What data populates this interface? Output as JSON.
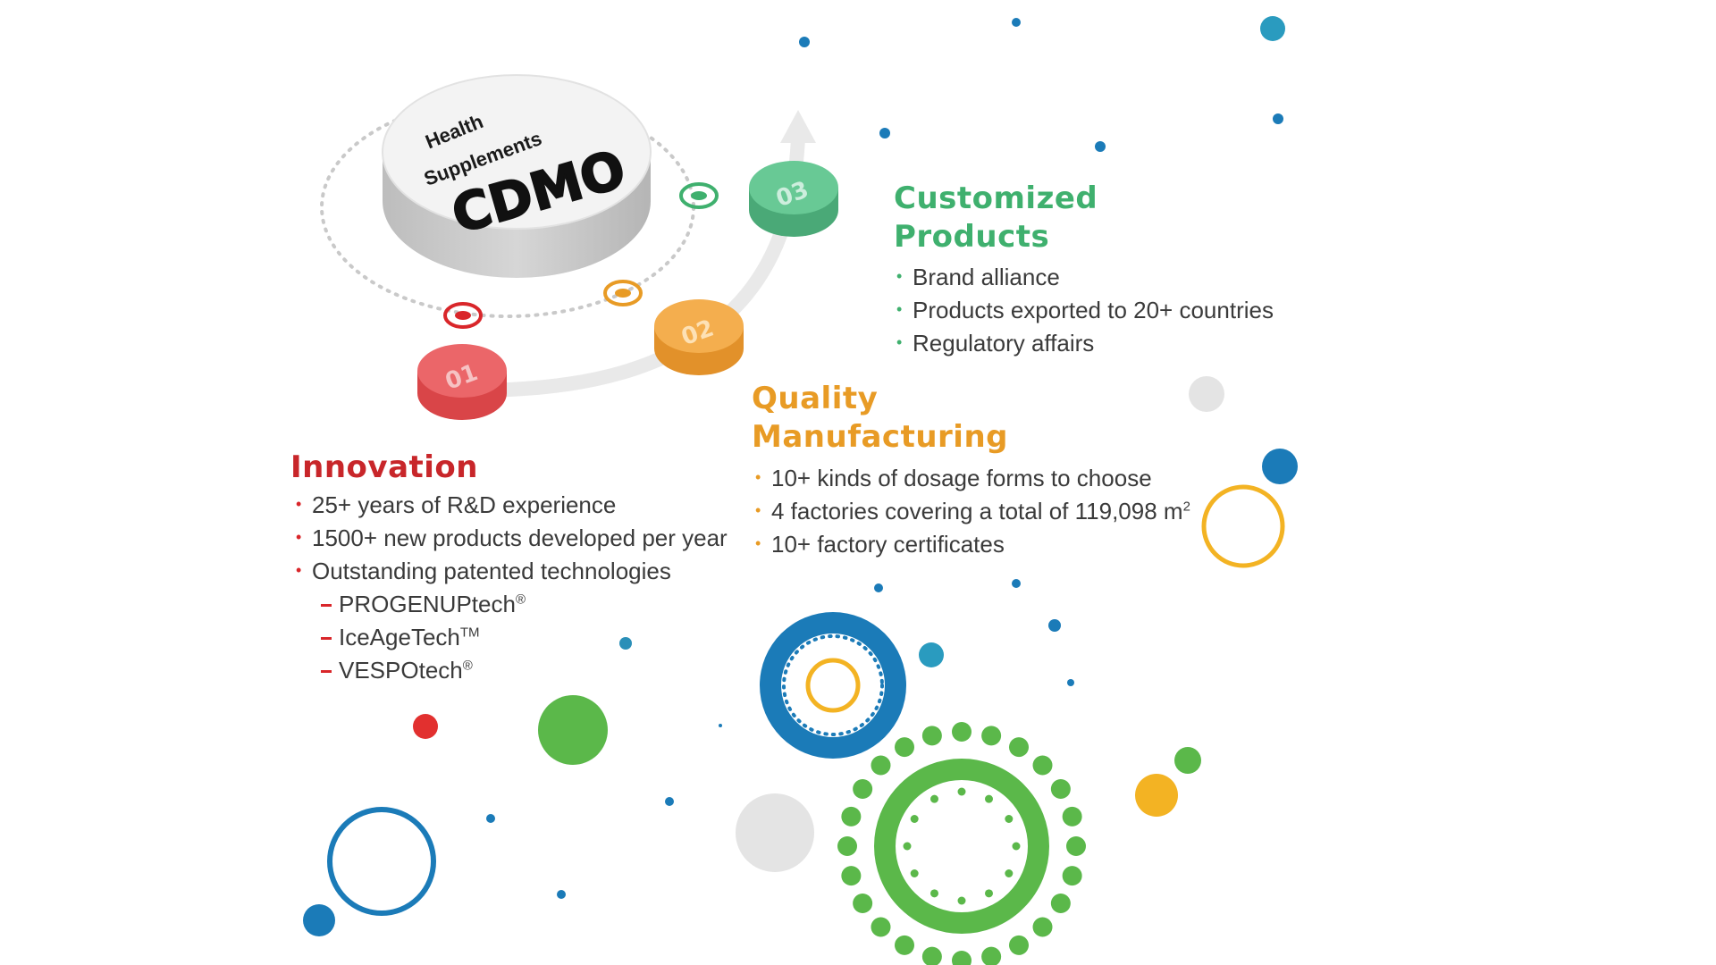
{
  "hub": {
    "line1": "Health",
    "line2": "Supplements",
    "main": "CDMO"
  },
  "steps": [
    {
      "number": "01",
      "color": "#e8585b"
    },
    {
      "number": "02",
      "color": "#f1a640"
    },
    {
      "number": "03",
      "color": "#5cc08a"
    }
  ],
  "innovation": {
    "title": "Innovation",
    "color": "#c8262a",
    "items": [
      "25+ years of R&D experience",
      "1500+ new products developed per year",
      "Outstanding patented technologies"
    ],
    "technologies": [
      {
        "name": "PROGENUPtech",
        "mark": "®"
      },
      {
        "name": "IceAgeTech",
        "mark": "TM"
      },
      {
        "name": "VESPOtech",
        "mark": "®"
      }
    ]
  },
  "quality": {
    "title_line1": "Quality",
    "title_line2": "Manufacturing",
    "color": "#e89b25",
    "item1": "10+ kinds of dosage forms to choose",
    "item2_text": "4 factories covering a total of 119,098 m",
    "item2_sup": "2",
    "item3": "10+ factory certificates"
  },
  "customized": {
    "title_line1": "Customized",
    "title_line2": "Products",
    "color": "#3fb06e",
    "items": [
      "Brand alliance",
      "Products exported to 20+ countries",
      "Regulatory affairs"
    ]
  }
}
